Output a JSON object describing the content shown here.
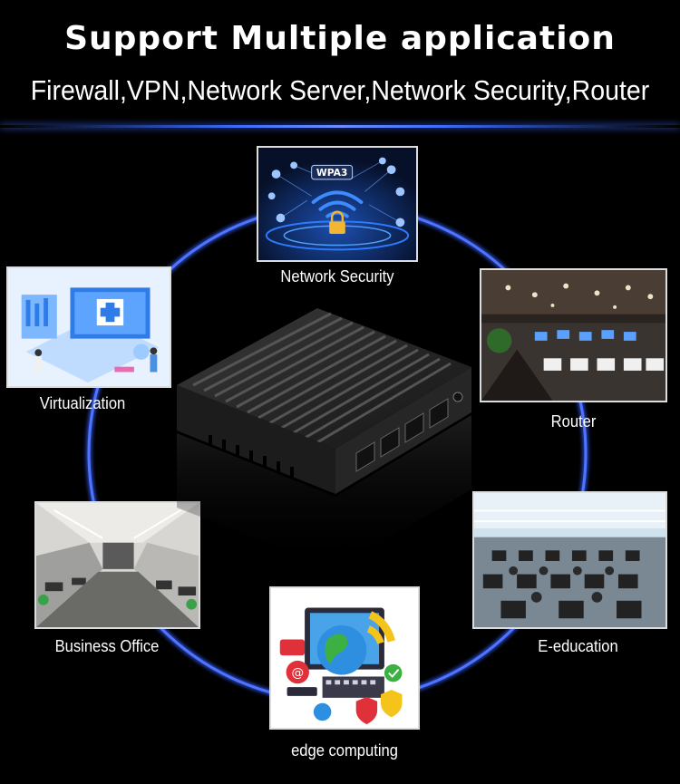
{
  "header": {
    "title": "Support Multiple application",
    "subtitle": "Firewall,VPN,Network Server,Network Security,Router"
  },
  "applications": [
    {
      "label": "Network Security",
      "icon": "wpa3-security-icon",
      "badge": "WPA3"
    },
    {
      "label": "Virtualization",
      "icon": "virtualization-illustration"
    },
    {
      "label": "Router",
      "icon": "internet-cafe-photo"
    },
    {
      "label": "Business Office",
      "icon": "office-photo"
    },
    {
      "label": "E-education",
      "icon": "computer-lab-photo"
    },
    {
      "label": "edge computing",
      "icon": "edge-computing-illustration"
    }
  ],
  "colors": {
    "background": "#000000",
    "ring": "#3d63e8",
    "accent": "#3b6cff"
  }
}
